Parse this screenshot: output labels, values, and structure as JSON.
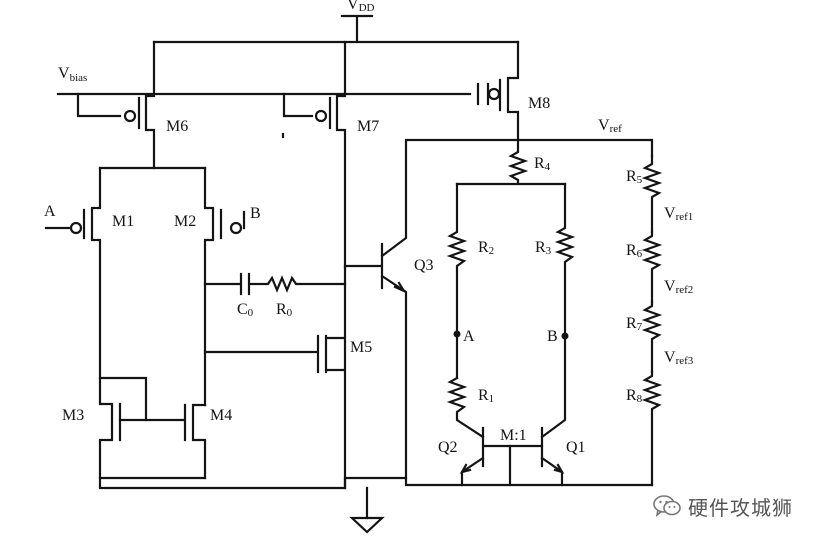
{
  "supply": {
    "main": "V",
    "sub": "DD"
  },
  "bias": {
    "main": "V",
    "sub": "bias"
  },
  "vref": {
    "main": "V",
    "sub": "ref"
  },
  "vref1": {
    "main": "V",
    "sub": "ref1"
  },
  "vref2": {
    "main": "V",
    "sub": "ref2"
  },
  "vref3": {
    "main": "V",
    "sub": "ref3"
  },
  "transistors": {
    "m1": "M1",
    "m2": "M2",
    "m3": "M3",
    "m4": "M4",
    "m5": "M5",
    "m6": "M6",
    "m7": "M7",
    "m8": "M8"
  },
  "bjts": {
    "q1": "Q1",
    "q2": "Q2",
    "q3": "Q3",
    "ratio": "M:1"
  },
  "inputs": {
    "a": "A",
    "b": "B"
  },
  "nodes": {
    "a": "A",
    "b": "B"
  },
  "capacitor": {
    "main": "C",
    "sub": "0"
  },
  "resistors": {
    "r0": {
      "main": "R",
      "sub": "0"
    },
    "r1": {
      "main": "R",
      "sub": "1"
    },
    "r2": {
      "main": "R",
      "sub": "2"
    },
    "r3": {
      "main": "R",
      "sub": "3"
    },
    "r4": {
      "main": "R",
      "sub": "4"
    },
    "r5": {
      "main": "R",
      "sub": "5"
    },
    "r6": {
      "main": "R",
      "sub": "6"
    },
    "r7": {
      "main": "R",
      "sub": "7"
    },
    "r8": {
      "main": "R",
      "sub": "8"
    }
  },
  "watermark": {
    "text": "硬件攻城狮",
    "icon": "wechat-icon"
  }
}
